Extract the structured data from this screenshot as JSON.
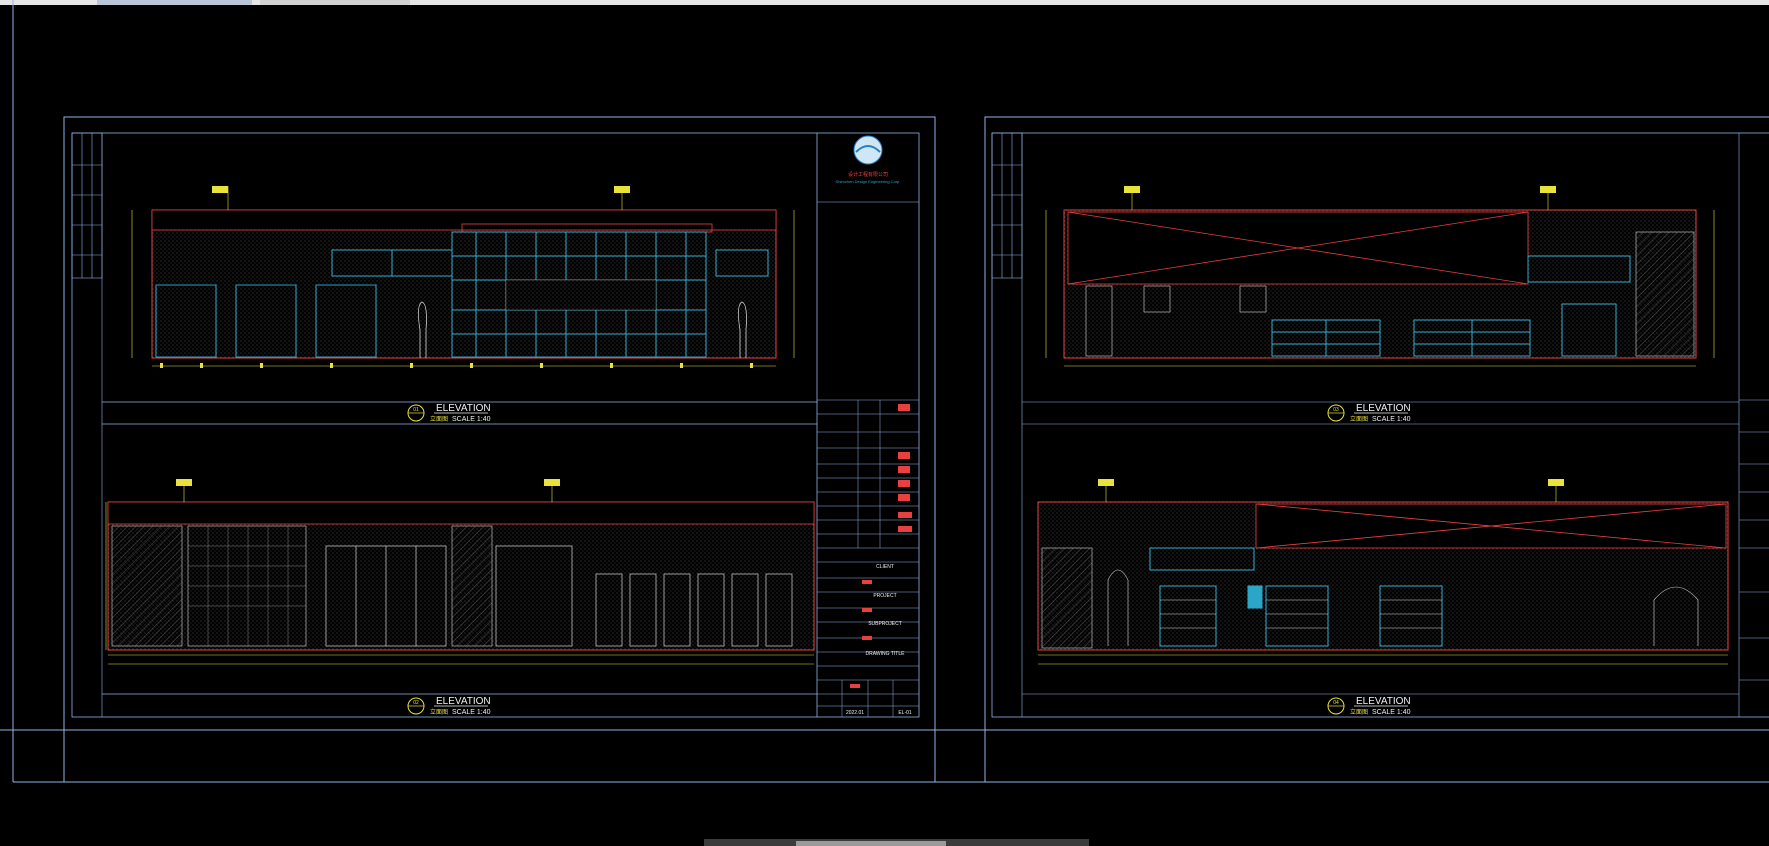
{
  "app": {
    "title": "CAD drawing viewport"
  },
  "sheet_left": {
    "company_lines": [
      "Shenzhen Design Engineering Corp.",
      "设计工程有限公司"
    ],
    "elevations": [
      {
        "number": "01",
        "title": "ELEVATION",
        "scale": "SCALE 1:40",
        "cn": "立面图"
      },
      {
        "number": "02",
        "title": "ELEVATION",
        "scale": "SCALE 1:40",
        "cn": "立面图"
      }
    ],
    "title_block": {
      "client_label": "CLIENT",
      "project_label": "PROJECT",
      "subproject_label": "SUBPROJECT",
      "drawing_title_label": "DRAWING TITLE",
      "sheet_no": "EL-01",
      "date": "2022.01"
    }
  },
  "sheet_right": {
    "elevations": [
      {
        "number": "03",
        "title": "ELEVATION",
        "scale": "SCALE 1:40",
        "cn": "立面图"
      },
      {
        "number": "04",
        "title": "ELEVATION",
        "scale": "SCALE 1:40",
        "cn": "立面图"
      }
    ]
  },
  "colors": {
    "background": "#000000",
    "frame": "#8fb4e6",
    "wall_red": "#e84040",
    "cabinet_cyan": "#2aa6c8",
    "dim_yellow": "#e8e23a",
    "text_white": "#f0f0f0"
  }
}
